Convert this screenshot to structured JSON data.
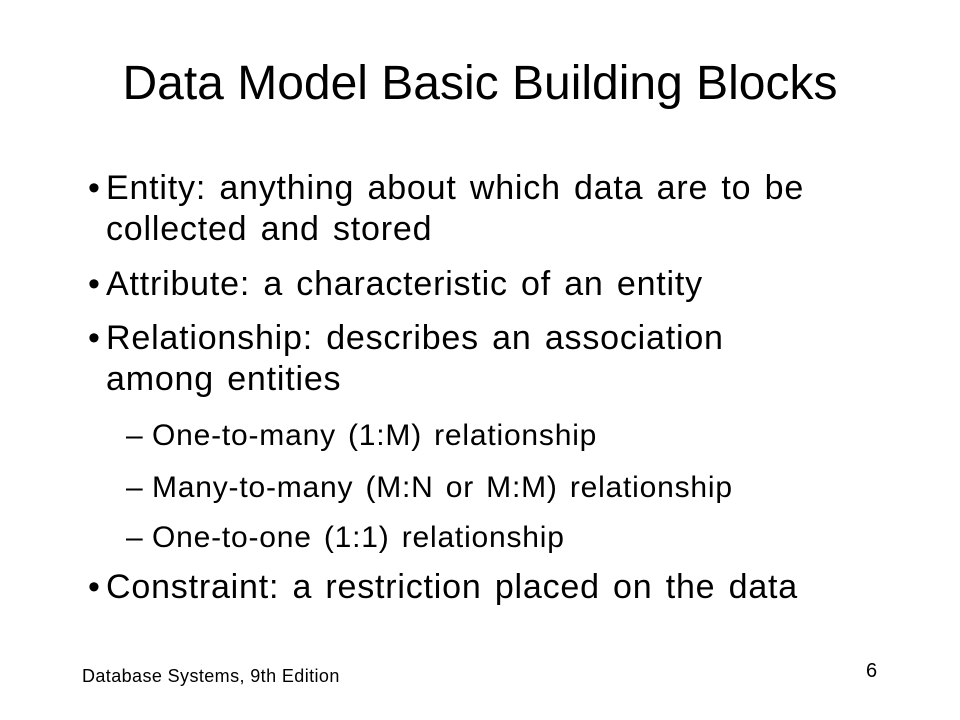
{
  "slide": {
    "title": "Data Model Basic Building Blocks",
    "markers": {
      "bullet": "•",
      "dash": "–"
    },
    "bullets": [
      {
        "level": 1,
        "lines": [
          "Entity: anything about which data are to be",
          "collected and stored"
        ]
      },
      {
        "level": 1,
        "lines": [
          "Attribute: a characteristic of an entity"
        ]
      },
      {
        "level": 1,
        "lines": [
          "Relationship: describes an association",
          "among entities"
        ]
      },
      {
        "level": 2,
        "lines": [
          "One-to-many (1:M) relationship"
        ]
      },
      {
        "level": 2,
        "lines": [
          "Many-to-many (M:N or M:M) relationship"
        ]
      },
      {
        "level": 2,
        "lines": [
          "One-to-one (1:1) relationship"
        ]
      },
      {
        "level": 1,
        "lines": [
          "Constraint: a restriction placed on the data"
        ]
      }
    ],
    "footer": {
      "left": "Database Systems, 9th Edition",
      "page_number": "6"
    },
    "colors": {
      "text": "#000000",
      "background": "#ffffff"
    }
  }
}
